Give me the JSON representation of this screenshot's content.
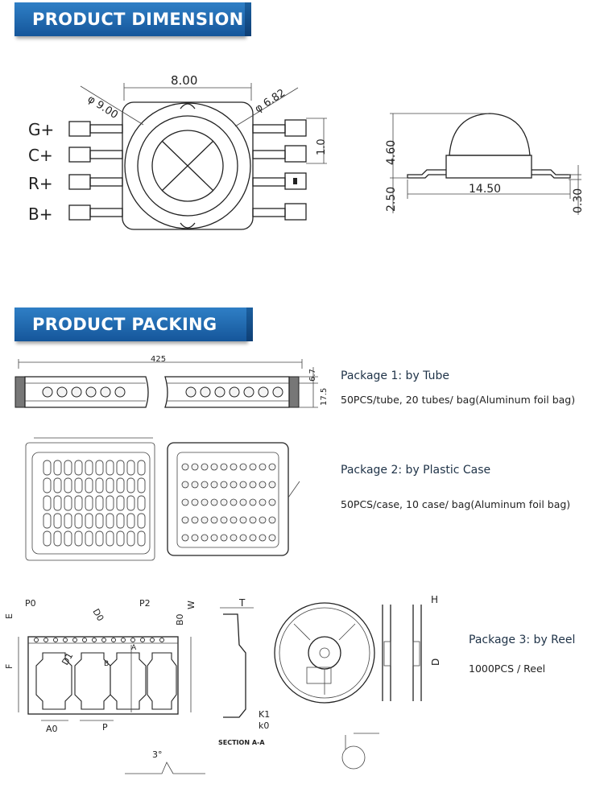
{
  "sections": {
    "dimension_title": "PRODUCT DIMENSION",
    "packing_title": "PRODUCT PACKING"
  },
  "dimension": {
    "width_label": "8.00",
    "outer_dia": "φ 9.00",
    "inner_dia": "φ 6.82",
    "pin_pitch": "1.0",
    "pins": [
      "G+",
      "C+",
      "R+",
      "B+"
    ],
    "side_height": "4.60",
    "side_base": "2.50",
    "side_length": "14.50",
    "side_thick": "0.30"
  },
  "tube": {
    "length": "425",
    "h1": "6.7",
    "h2": "17.5"
  },
  "reel_drawing": {
    "labels": [
      "P0",
      "P2",
      "E",
      "F",
      "W",
      "D0",
      "D1",
      "B0",
      "A0",
      "P",
      "A",
      "B",
      "T",
      "K1",
      "k0",
      "H",
      "D"
    ],
    "section": "SECTION A-A",
    "angle": "3°"
  },
  "packages": [
    {
      "title": "Package 1: by Tube",
      "desc": "50PCS/tube, 20 tubes/ bag(Aluminum foil bag)"
    },
    {
      "title": "Package 2: by Plastic Case",
      "desc": "50PCS/case, 10 case/ bag(Aluminum foil bag)"
    },
    {
      "title": "Package 3: by Reel",
      "desc": "1000PCS / Reel"
    }
  ]
}
